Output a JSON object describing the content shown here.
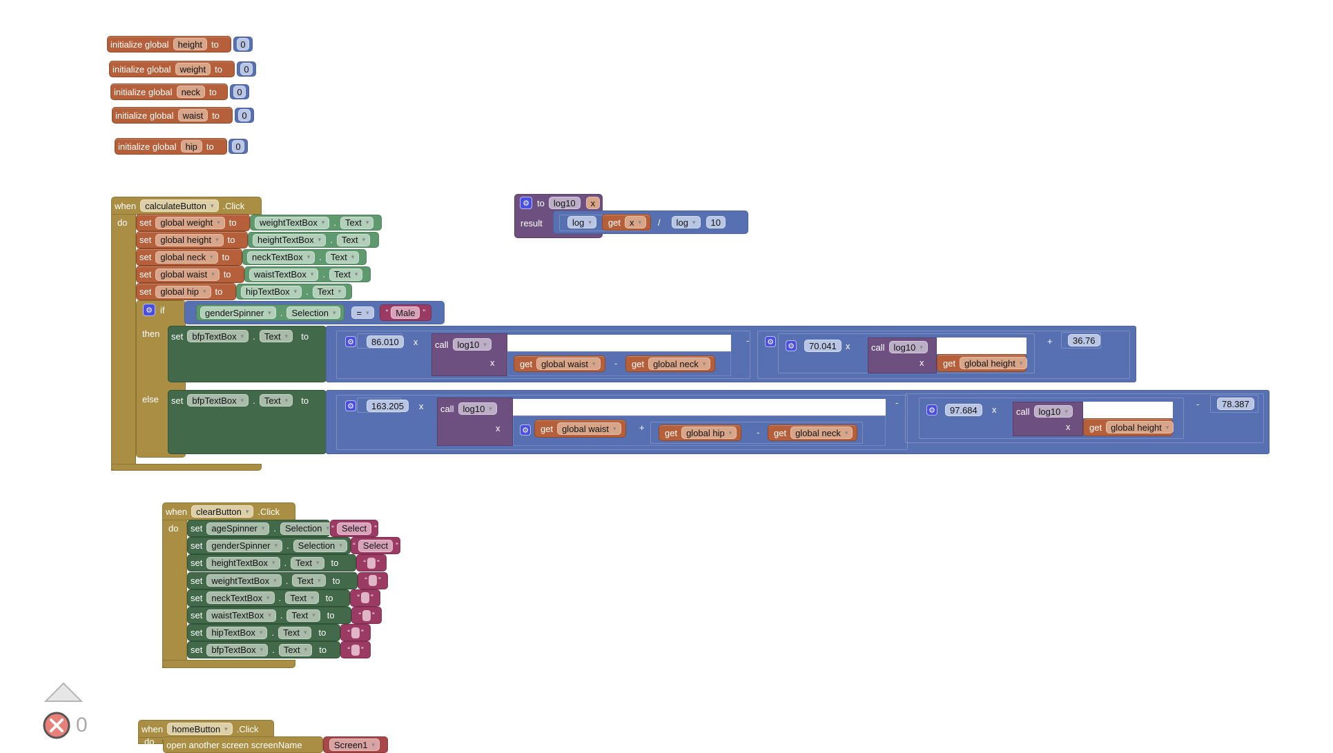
{
  "globals": [
    {
      "keyword": "initialize global",
      "name": "height",
      "to": "to",
      "value": "0"
    },
    {
      "keyword": "initialize global",
      "name": "weight",
      "to": "to",
      "value": "0"
    },
    {
      "keyword": "initialize global",
      "name": "neck",
      "to": "to",
      "value": "0"
    },
    {
      "keyword": "initialize global",
      "name": "waist",
      "to": "to",
      "value": "0"
    },
    {
      "keyword": "initialize global",
      "name": "hip",
      "to": "to",
      "value": "0"
    }
  ],
  "procedure": {
    "to": "to",
    "name": "log10",
    "param": "x",
    "result_label": "result",
    "log1": "log",
    "get": "get",
    "get_var": "x",
    "div": "/",
    "log2": "log",
    "base": "10"
  },
  "calculate": {
    "when": "when",
    "component": "calculateButton",
    "event": ".Click",
    "do": "do",
    "sets": [
      {
        "set": "set",
        "var": "global weight",
        "to": "to",
        "component": "weightTextBox",
        "prop": "Text"
      },
      {
        "set": "set",
        "var": "global height",
        "to": "to",
        "component": "heightTextBox",
        "prop": "Text"
      },
      {
        "set": "set",
        "var": "global neck",
        "to": "to",
        "component": "neckTextBox",
        "prop": "Text"
      },
      {
        "set": "set",
        "var": "global waist",
        "to": "to",
        "component": "waistTextBox",
        "prop": "Text"
      },
      {
        "set": "set",
        "var": "global hip",
        "to": "to",
        "component": "hipTextBox",
        "prop": "Text"
      }
    ],
    "if_label": "if",
    "condition": {
      "component": "genderSpinner",
      "prop": "Selection",
      "op": "=",
      "value": "Male"
    },
    "then_label": "then",
    "else_label": "else",
    "then_set": {
      "set": "set",
      "component": "bfpTextBox",
      "prop": "Text",
      "to": "to",
      "coef1": "86.010",
      "times": "x",
      "call": "call",
      "func": "log10",
      "x_label": "x",
      "get": "get",
      "a": "global waist",
      "minus": "-",
      "b": "global neck",
      "outer_minus": "-",
      "coef2": "70.041",
      "c": "global height",
      "plus": "+",
      "constant": "36.76"
    },
    "else_set": {
      "set": "set",
      "component": "bfpTextBox",
      "prop": "Text",
      "to": "to",
      "coef1": "163.205",
      "times": "x",
      "call": "call",
      "func": "log10",
      "x_label": "x",
      "get": "get",
      "a": "global waist",
      "plus": "+",
      "b": "global hip",
      "minus": "-",
      "c": "global neck",
      "outer_minus": "-",
      "coef2": "97.684",
      "d": "global height",
      "minus2": "-",
      "constant": "78.387"
    }
  },
  "clear": {
    "when": "when",
    "component": "clearButton",
    "event": ".Click",
    "do": "do",
    "sets": [
      {
        "set": "set",
        "component": "ageSpinner",
        "prop": "Selection",
        "to": "to",
        "value": "Select"
      },
      {
        "set": "set",
        "component": "genderSpinner",
        "prop": "Selection",
        "to": "to",
        "value": "Select"
      },
      {
        "set": "set",
        "component": "heightTextBox",
        "prop": "Text",
        "to": "to",
        "value": ""
      },
      {
        "set": "set",
        "component": "weightTextBox",
        "prop": "Text",
        "to": "to",
        "value": ""
      },
      {
        "set": "set",
        "component": "neckTextBox",
        "prop": "Text",
        "to": "to",
        "value": ""
      },
      {
        "set": "set",
        "component": "waistTextBox",
        "prop": "Text",
        "to": "to",
        "value": ""
      },
      {
        "set": "set",
        "component": "hipTextBox",
        "prop": "Text",
        "to": "to",
        "value": ""
      },
      {
        "set": "set",
        "component": "bfpTextBox",
        "prop": "Text",
        "to": "to",
        "value": ""
      }
    ]
  },
  "home": {
    "when": "when",
    "component": "homeButton",
    "event": ".Click",
    "do": "do",
    "action": "open another screen  screenName",
    "screen": "Screen1"
  },
  "indicators": {
    "warning_icon": "warning-triangle",
    "error_icon": "error-x-circle",
    "error_count": "0"
  },
  "colors": {
    "variables": "#b5603a",
    "control": "#a98e44",
    "components_set": "#41694a",
    "components_get": "#5f9a6f",
    "math": "#5670b1",
    "procedures": "#6d5080",
    "text": "#9b3b63"
  }
}
